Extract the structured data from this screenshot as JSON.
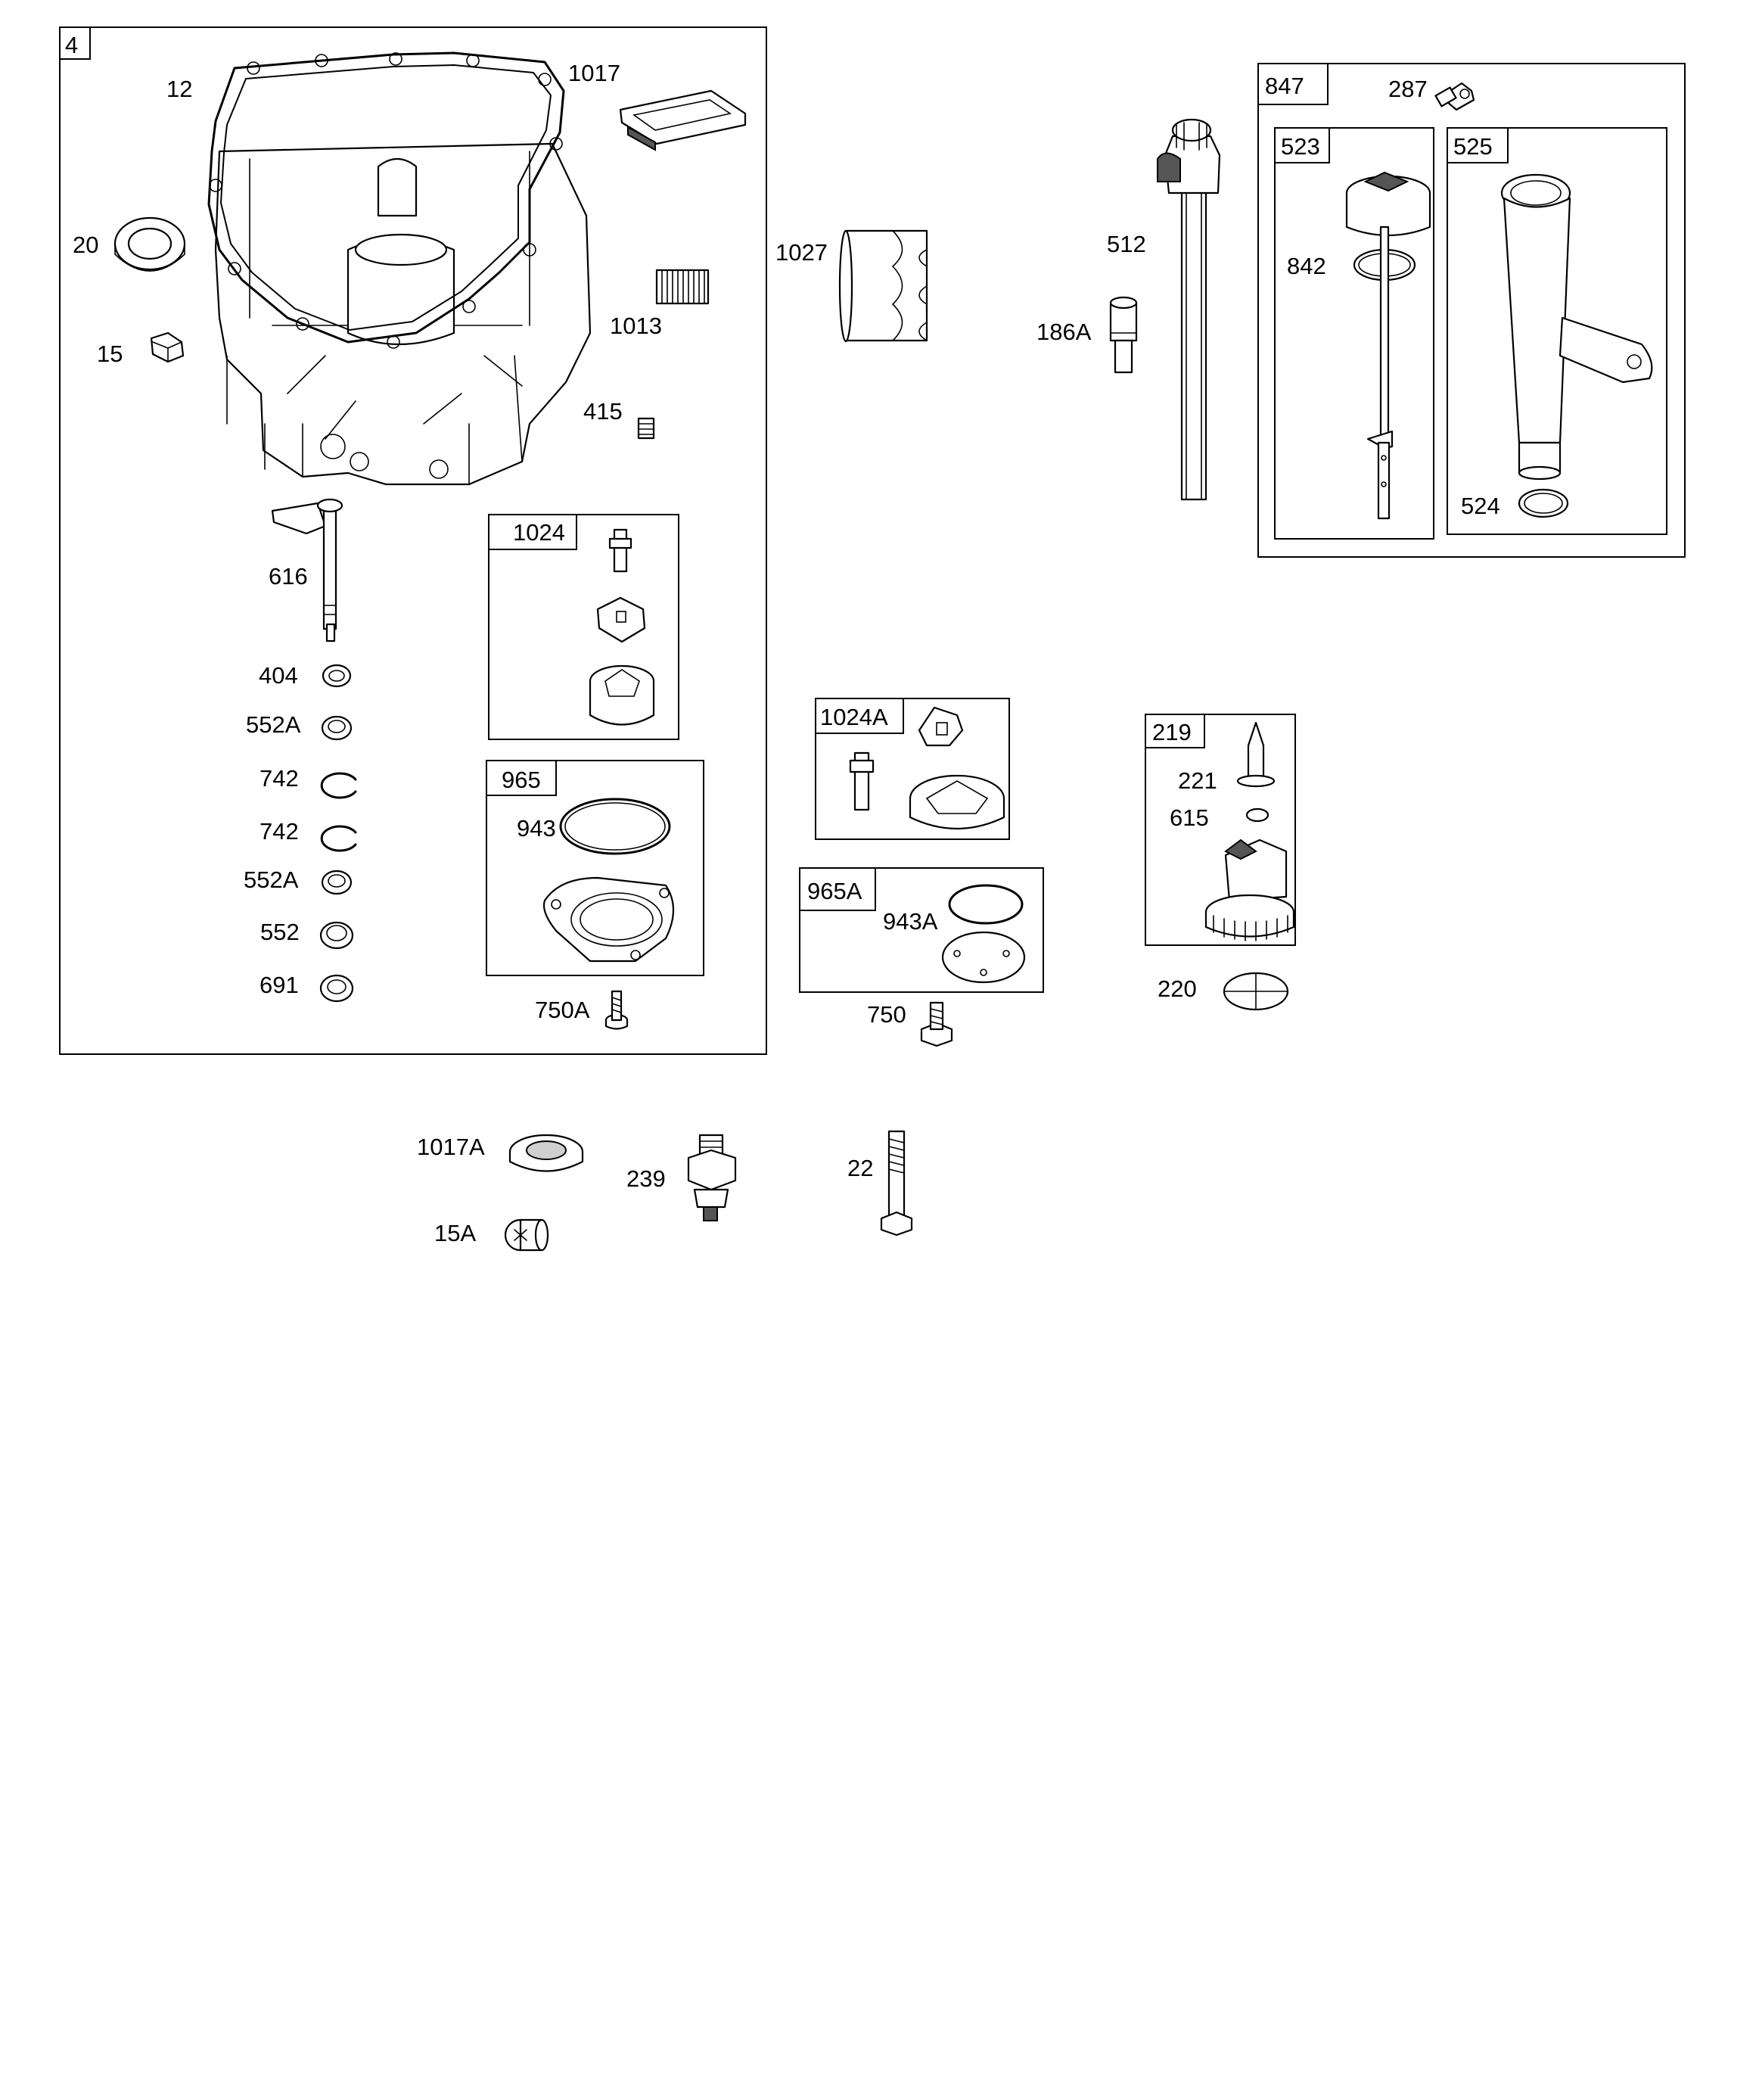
{
  "groups": {
    "g4": "4",
    "g847": "847",
    "g523": "523",
    "g525": "525",
    "g1024": "1024",
    "g965": "965",
    "g1024A": "1024A",
    "g965A": "965A",
    "g219": "219"
  },
  "parts": {
    "p12": "12",
    "p1017": "1017",
    "p20": "20",
    "p1013": "1013",
    "p15": "15",
    "p415": "415",
    "p616": "616",
    "p404": "404",
    "p552A_1": "552A",
    "p742_1": "742",
    "p742_2": "742",
    "p552A_2": "552A",
    "p552": "552",
    "p691": "691",
    "p943": "943",
    "p750A": "750A",
    "p1027": "1027",
    "p512": "512",
    "p186A": "186A",
    "p287": "287",
    "p842": "842",
    "p524": "524",
    "p943A": "943A",
    "p750": "750",
    "p221": "221",
    "p615": "615",
    "p220": "220",
    "p1017A": "1017A",
    "p239": "239",
    "p22": "22",
    "p15A": "15A"
  }
}
